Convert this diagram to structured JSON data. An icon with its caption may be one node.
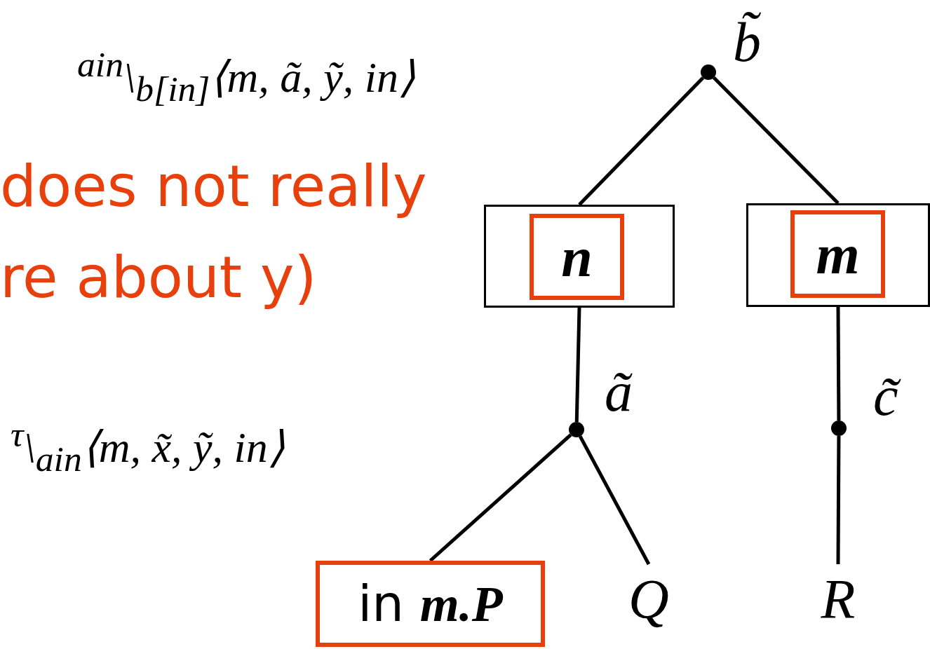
{
  "diagram": {
    "nodes": [
      {
        "text": [],
        "shape": "circle",
        "beside": [
          "b̃"
        ]
      },
      {
        "text": [],
        "shape": "box"
      },
      {
        "text": [
          "n"
        ],
        "in": 1
      },
      {
        "text": [],
        "shape": "box"
      },
      {
        "text": [
          "m"
        ],
        "in": 3
      },
      {
        "text": [],
        "shape": "circle",
        "beside": [
          "ã"
        ]
      },
      {
        "text": [],
        "shape": "circle",
        "beside": [
          "c̃"
        ]
      },
      {
        "text": [
          "in *m.P*"
        ]
      },
      {
        "text": [
          "Q"
        ]
      },
      {
        "text": [
          "R"
        ]
      }
    ],
    "edges": [
      {
        "from": 0,
        "to": 1,
        "arrow": "none"
      },
      {
        "from": 0,
        "to": 3,
        "arrow": "none"
      },
      {
        "from": 1,
        "to": 5,
        "arrow": "none"
      },
      {
        "from": 3,
        "to": 6,
        "arrow": "none"
      },
      {
        "from": 5,
        "to": 7,
        "arrow": "none"
      },
      {
        "from": 5,
        "to": 8,
        "arrow": "none"
      },
      {
        "from": 6,
        "to": 9,
        "arrow": "none"
      }
    ],
    "labels": [
      "$^{ain}$\\$_{b[in]}$⟨m, ã, ỹ, in⟩",
      "does not really",
      "re about y)",
      "$^{τ}$\\$_{ain}$⟨m, x̃, ỹ, in⟩"
    ]
  }
}
